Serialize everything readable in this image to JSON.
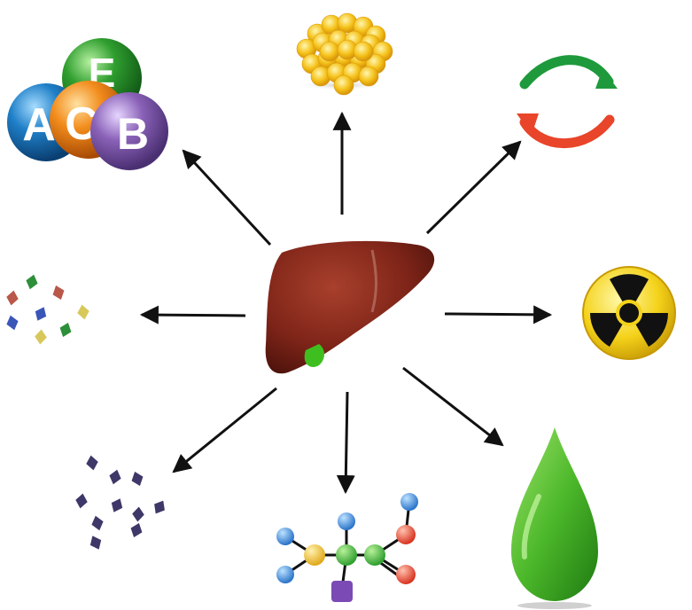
{
  "diagram": {
    "center": {
      "icon": "liver-icon"
    },
    "vitamins": {
      "icon": "vitamin-spheres-icon",
      "letters": {
        "e": "E",
        "a": "A",
        "c": "C",
        "b": "B"
      },
      "colors": {
        "e": "#2f9e2f",
        "a": "#1f7fc7",
        "c": "#f28c1c",
        "b": "#8a62b8"
      }
    },
    "outputs": [
      {
        "name": "fat-globule-icon"
      },
      {
        "name": "cycle-arrows-icon"
      },
      {
        "name": "radiation-icon"
      },
      {
        "name": "bile-drop-icon"
      },
      {
        "name": "molecule-icon"
      },
      {
        "name": "dark-crystals-icon"
      },
      {
        "name": "colored-crystals-icon"
      }
    ],
    "colors": {
      "liver": "#7e2418",
      "gallbladder": "#3fbf1f",
      "fat": "#f5c21a",
      "cycle_top": "#1e9a3c",
      "cycle_bottom": "#e8452a",
      "radiation_yellow": "#f4d21a",
      "drop": "#4cb82a",
      "arrow": "#111111"
    }
  }
}
